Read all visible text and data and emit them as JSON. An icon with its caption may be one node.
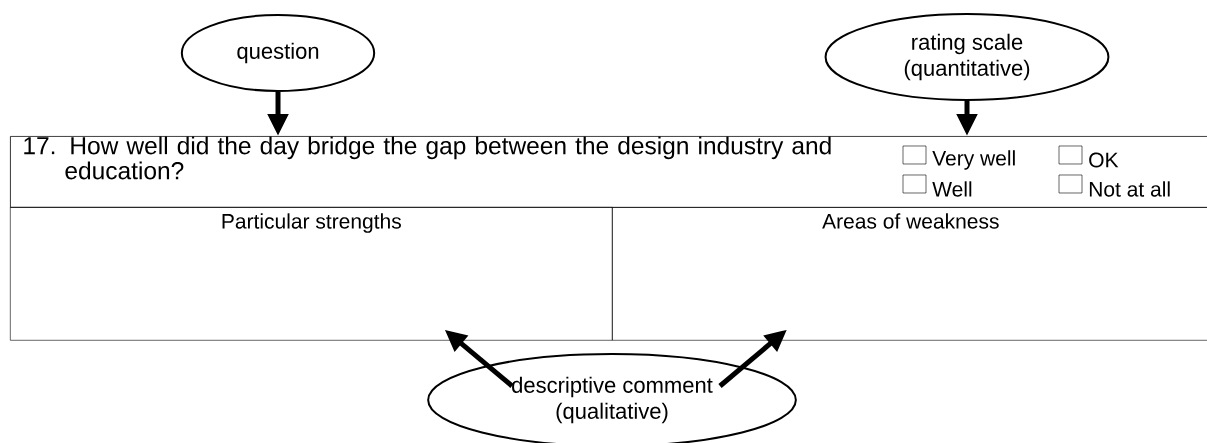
{
  "diagram": {
    "nodes": [
      {
        "text": [
          "question"
        ]
      },
      {
        "text": [
          "rating scale (quantitative)"
        ]
      },
      {
        "text": [
          "17.  How well did the day bridge the gap between the design industry and education?"
        ]
      },
      {
        "text": [
          "Particular strengths"
        ]
      },
      {
        "text": [
          "Areas of weakness"
        ]
      },
      {
        "text": [
          "descriptive comment (qualitative)"
        ]
      }
    ],
    "edges": [
      {
        "from": 0,
        "to": 2,
        "arrow": "to"
      },
      {
        "from": 1,
        "to": 2,
        "arrow": "to"
      },
      {
        "from": 5,
        "to": 3,
        "arrow": "to"
      },
      {
        "from": 5,
        "to": 4,
        "arrow": "to"
      }
    ],
    "labels": [
      "Very well",
      "OK",
      "Well",
      "Not at all"
    ]
  }
}
